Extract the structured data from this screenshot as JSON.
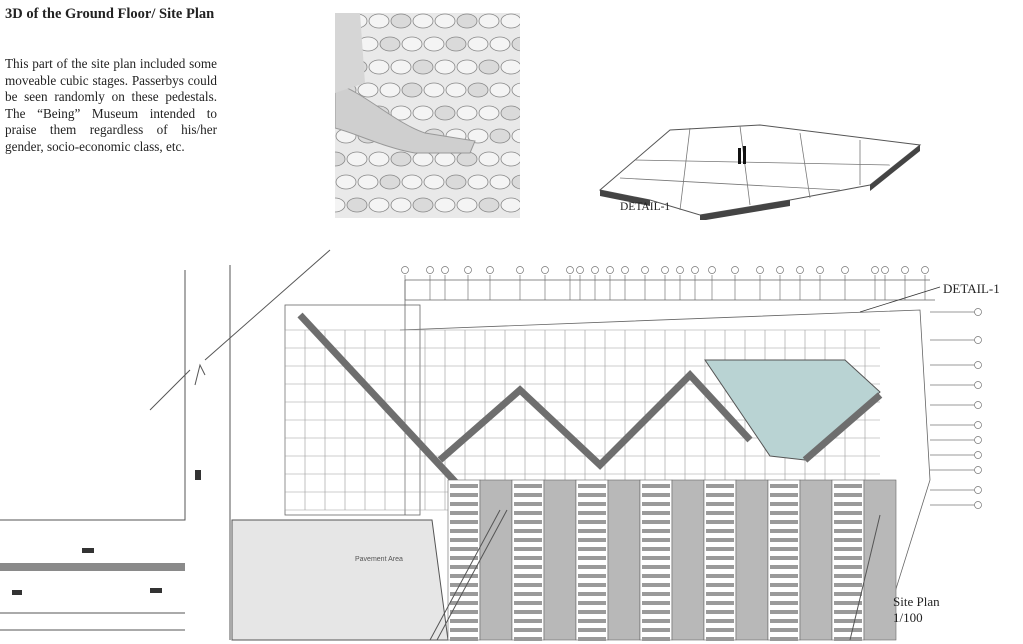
{
  "section": {
    "heading": "3D of the Ground Floor/ Site Plan",
    "paragraph": "This part of the site plan included some moveable cubic stages. Passerbys could be seen randomly on these pedestals. The “Being” Museum intended to praise them regardless of his/her gender, socio-economic class, etc."
  },
  "figures": {
    "detail_caption": "DETAIL-1",
    "plan_detail_label": "DETAIL-1",
    "pavement_label": "Pavement Area",
    "site_plan_title": "Site Plan",
    "site_plan_scale": "1/100"
  },
  "colors": {
    "highlight": "#b9d3d3",
    "wall": "#6e6e6e"
  }
}
